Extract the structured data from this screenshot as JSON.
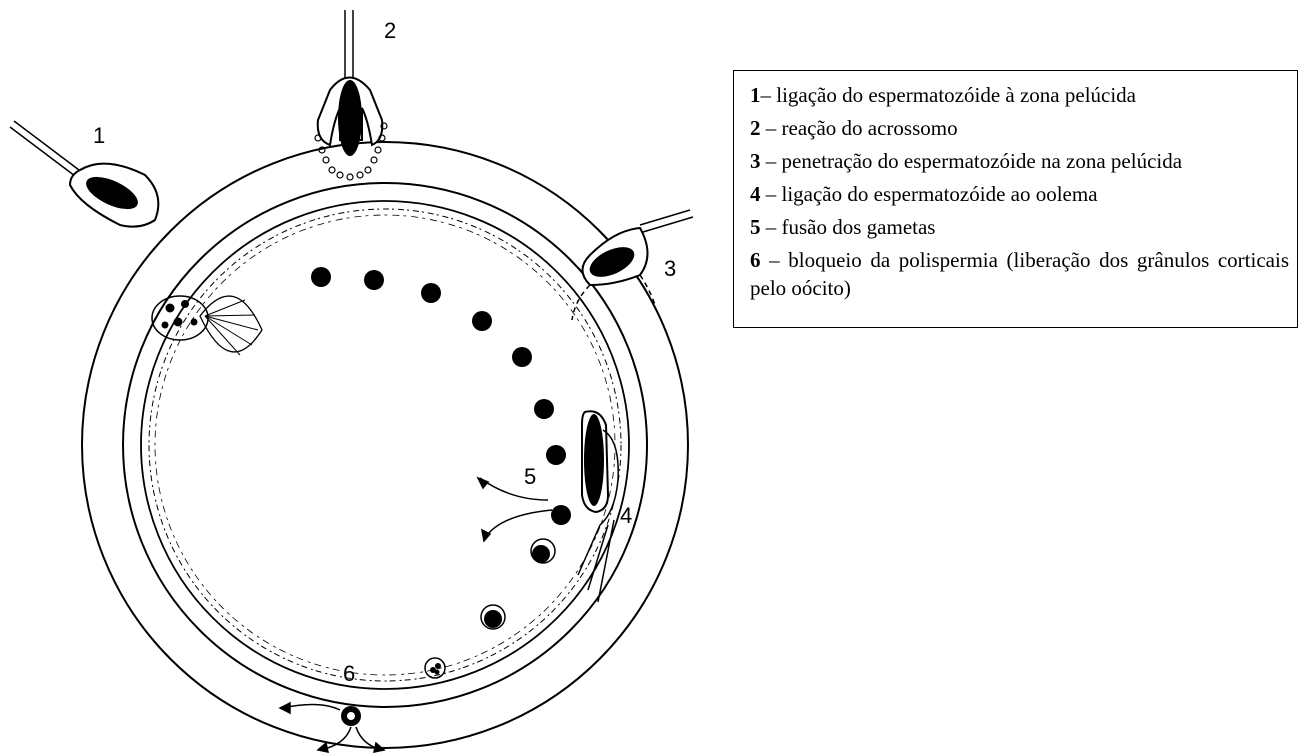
{
  "diagram": {
    "numbers": [
      "1",
      "2",
      "3",
      "4",
      "5",
      "6"
    ]
  },
  "legend": {
    "items": [
      {
        "num": "1",
        "text": "– ligação do espermatozóide à zona pelúcida"
      },
      {
        "num": "2",
        "text": " – reação do acrossomo"
      },
      {
        "num": "3",
        "text": " – penetração do espermatozóide na zona pelúcida"
      },
      {
        "num": "4",
        "text": " – ligação do espermatozóide ao oolema"
      },
      {
        "num": "5",
        "text": " – fusão dos gametas"
      },
      {
        "num": "6",
        "text": " – bloqueio da polispermia (liberação dos grânulos corticais pelo oócito)"
      }
    ]
  }
}
